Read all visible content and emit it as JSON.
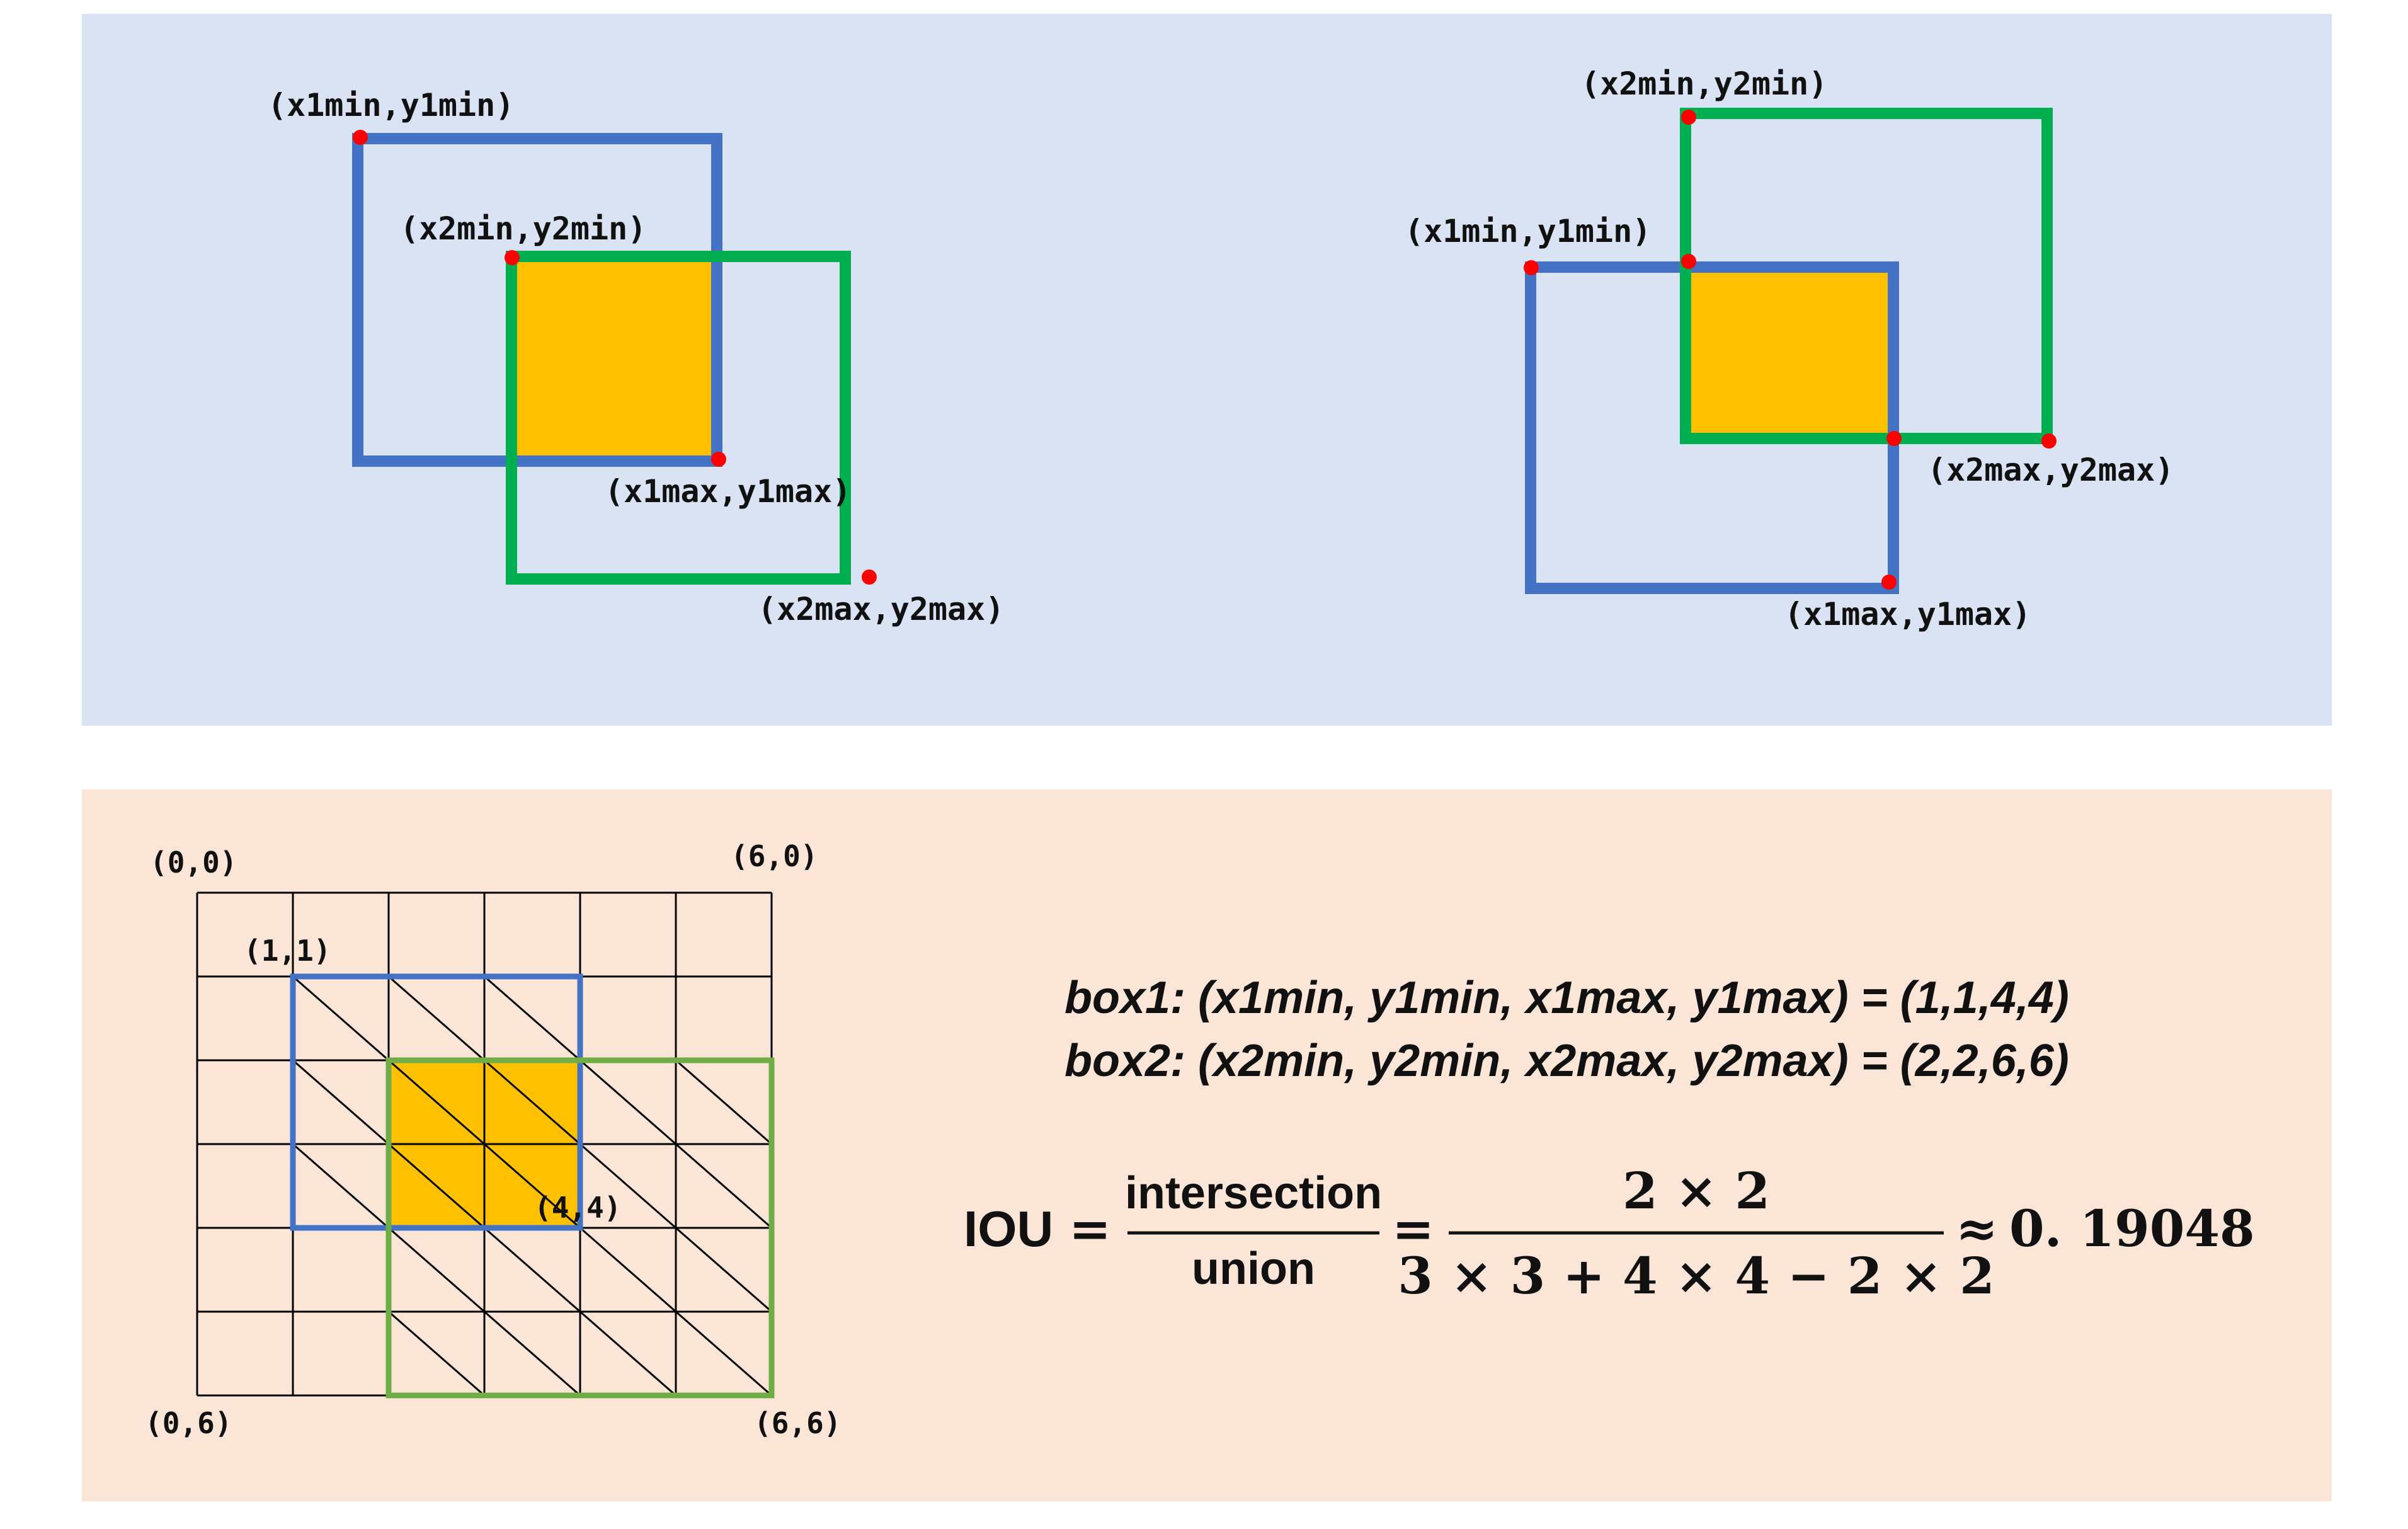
{
  "colors": {
    "top_background": "#dae3f3",
    "bottom_background": "#fbe5d6",
    "box1_color": "#4472c4",
    "box2_color": "#00b050",
    "box2_grid_color": "#70ad47",
    "intersection_fill": "#ffc000",
    "corner_point": "#ff0000"
  },
  "left_example": {
    "box1_top_left": "(x1min,y1min)",
    "box2_top_left": "(x2min,y2min)",
    "box1_bottom_right": "(x1max,y1max)",
    "box2_bottom_right": "(x2max,y2max)"
  },
  "right_example": {
    "box2_top_left": "(x2min,y2min)",
    "box1_top_left": "(x1min,y1min)",
    "box2_bottom_right": "(x2max,y2max)",
    "box1_bottom_right": "(x1max,y1max)"
  },
  "grid": {
    "corner_top_left": "(0,0)",
    "corner_top_right": "(6,0)",
    "corner_bottom_left": "(0,6)",
    "corner_bottom_right": "(6,6)",
    "box1_min": "(1,1)",
    "box1_max": "(4,4)"
  },
  "formula": {
    "box1_line": "box1: (x1min, y1min, x1max, y1max) = (1,1,4,4)",
    "box2_line": "box2: (x2min, y2min, x2max, y2max) = (2,2,6,6)",
    "iou_label": "IOU",
    "equals_1": "=",
    "numerator_word": "intersection",
    "denominator_word": "union",
    "equals_2": "=",
    "numerator_expr": "2 × 2",
    "denominator_expr": "3 × 3 + 4 × 4 − 2 × 2",
    "approx": "≈",
    "result": "0. 19048"
  }
}
